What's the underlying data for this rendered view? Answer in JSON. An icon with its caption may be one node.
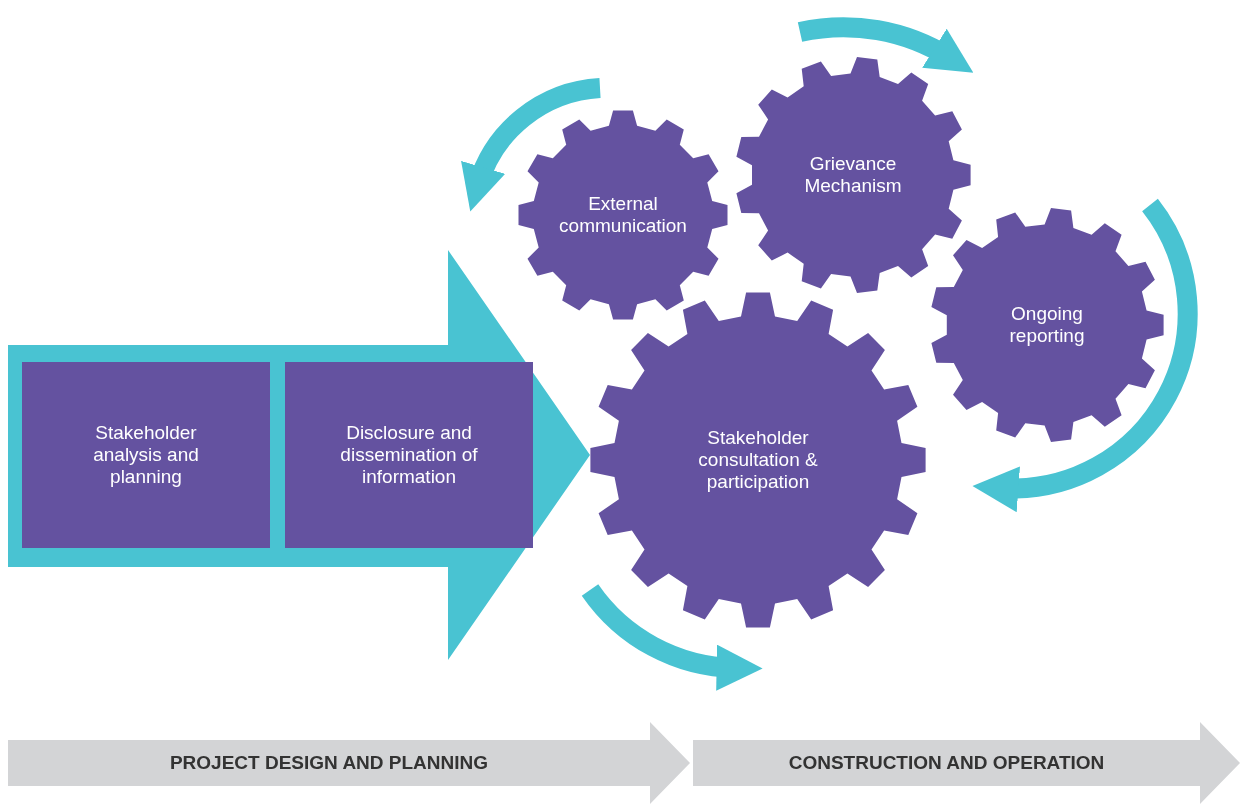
{
  "diagram": {
    "nodes": [
      {
        "text": [],
        "shape": "arrow"
      },
      {
        "text": [
          "Stakeholder analysis and planning"
        ],
        "in": 0
      },
      {
        "text": [
          "Disclosure and dissemination of information"
        ],
        "in": 0
      },
      {
        "text": [
          "External communication"
        ]
      },
      {
        "text": [
          "Grievance Mechanism"
        ]
      },
      {
        "text": [
          "Ongoing reporting"
        ]
      },
      {
        "text": [
          "Stakeholder consultation & participation"
        ]
      },
      {
        "text": [
          "PROJECT DESIGN AND PLANNING"
        ]
      },
      {
        "text": [
          "CONSTRUCTION AND OPERATION"
        ]
      }
    ]
  }
}
